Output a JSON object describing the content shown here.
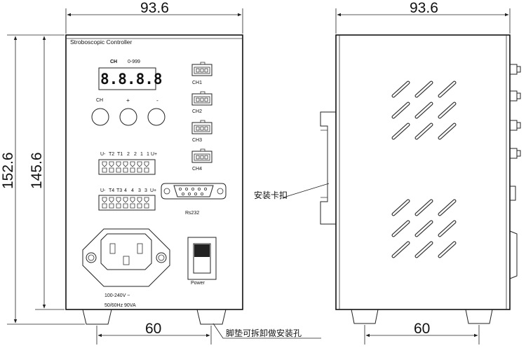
{
  "dimensions": {
    "front_width": "93.6",
    "side_width": "93.6",
    "total_height": "152.6",
    "body_height": "145.6",
    "front_foot_spacing": "60",
    "side_foot_spacing": "60"
  },
  "front_panel": {
    "title": "Stroboscopic  Controller",
    "display": {
      "channel_label": "CH",
      "range_label": "0-999",
      "readout": "8.8.8.8"
    },
    "buttons": [
      "CH",
      "+",
      "-"
    ],
    "channel_connectors": [
      "CH1",
      "CH2",
      "CH3",
      "CH4"
    ],
    "terminal_row_1": [
      "U-",
      "T2",
      "T1",
      "2",
      "2",
      "1",
      "1",
      "U+"
    ],
    "terminal_row_2": [
      "U-",
      "T4",
      "T3",
      "4",
      "4",
      "3",
      "3",
      "U+"
    ],
    "serial_port_label": "Rs232",
    "power_switch_label": "Power",
    "power_rating_line1": "100-240V ~",
    "power_rating_line2": "50/60Hz  90VA"
  },
  "callouts": {
    "mounting_clip": "安装卡扣",
    "feet_note": "脚垫可拆卸做安装孔"
  }
}
